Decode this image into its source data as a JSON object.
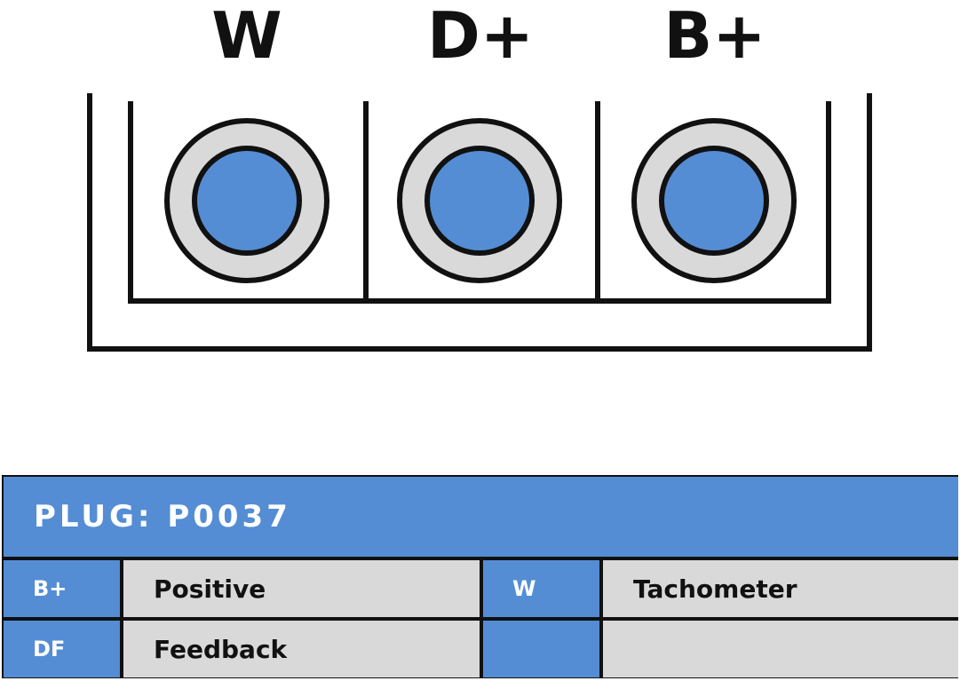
{
  "plug": {
    "pins": [
      {
        "label": "W"
      },
      {
        "label": "D+"
      },
      {
        "label": "B+"
      }
    ],
    "colors": {
      "pin_fill": "#548dd4",
      "pin_ring": "#d9d9d9",
      "outline": "#111111"
    }
  },
  "legend": {
    "title": "PLUG: P0037",
    "rows": [
      {
        "code_left": "B+",
        "desc_left": "Positive",
        "code_right": "W",
        "desc_right": "Tachometer"
      },
      {
        "code_left": "DF",
        "desc_left": "Feedback",
        "code_right": "",
        "desc_right": ""
      }
    ],
    "colors": {
      "header": "#548dd4",
      "code_cell": "#548dd4",
      "desc_cell": "#d9d9d9",
      "border": "#111111"
    }
  }
}
